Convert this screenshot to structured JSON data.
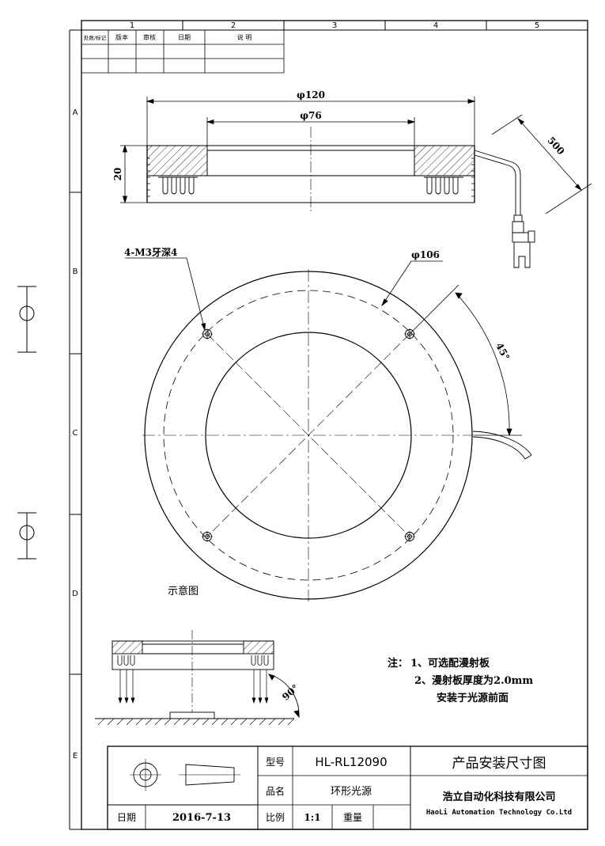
{
  "zone_columns": [
    "1",
    "2",
    "3",
    "4",
    "5"
  ],
  "zone_rows": [
    "A",
    "B",
    "C",
    "D",
    "E"
  ],
  "revision_table": {
    "headers": [
      "处数/标记",
      "版本",
      "审核",
      "日期",
      "说 明"
    ]
  },
  "side_view": {
    "dim_outer": "φ120",
    "dim_inner": "φ76",
    "dim_height": "20",
    "dim_cable": "500"
  },
  "top_view": {
    "label_holes": "4-M3牙深4",
    "label_diameter": "φ106",
    "label_angle": "45°",
    "caption": "示意图"
  },
  "mount_view": {
    "label_angle": "90°"
  },
  "notes": {
    "prefix": "注：",
    "line1": "1、可选配漫射板",
    "line2": "2、漫射板厚度为2.0mm",
    "line3": "安装于光源前面"
  },
  "title_block": {
    "model_label": "型号",
    "model_value": "HL-RL12090",
    "name_label": "品名",
    "name_value": "环形光源",
    "drawing_title": "产品安装尺寸图",
    "company_cn": "浩立自动化科技有限公司",
    "company_en": "HaoLi Automation Technology Co.Ltd",
    "date_label": "日期",
    "date_value": "2016-7-13",
    "scale_label": "比例",
    "scale_value": "1:1",
    "weight_label": "重量"
  }
}
